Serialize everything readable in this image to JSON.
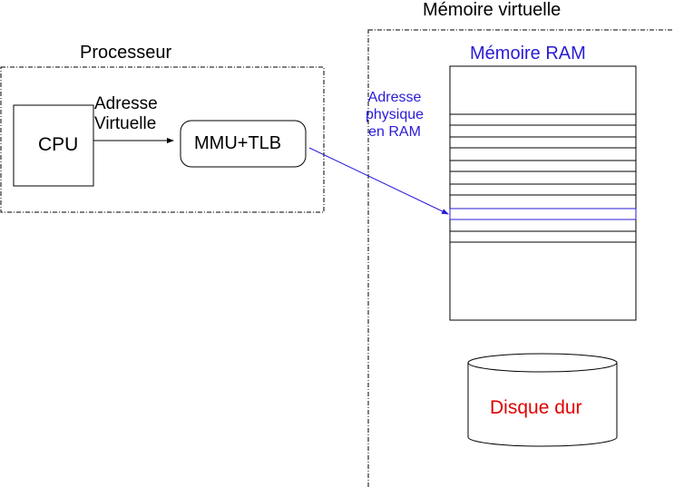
{
  "diagram": {
    "processor": {
      "title": "Processeur",
      "cpu_label": "CPU",
      "virtual_address_label": [
        "Adresse",
        "Virtuelle"
      ],
      "mmu_label": "MMU+TLB"
    },
    "virtual_memory": {
      "title": "Mémoire virtuelle",
      "ram_label": "Mémoire RAM",
      "physical_address_label": [
        "Adresse",
        "physique",
        "en RAM"
      ],
      "disk_label": "Disque dur"
    },
    "colors": {
      "ram_accent": "#2a1bd6",
      "disk_text": "#e00000",
      "stroke": "#000000"
    }
  }
}
